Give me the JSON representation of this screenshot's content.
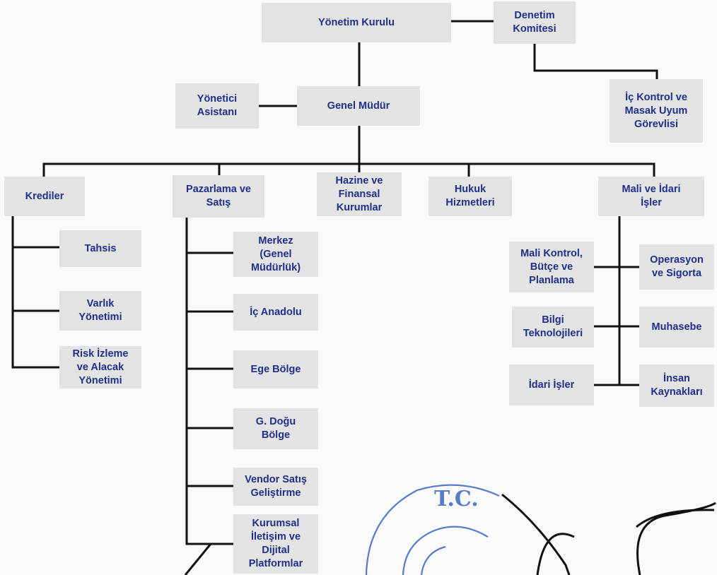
{
  "nodes": {
    "board": "Yönetim Kurulu",
    "audit_committee": "Denetim\nKomitesi",
    "internal_control": "İç Kontrol ve\nMasak Uyum\nGörevlisi",
    "exec_assistant": "Yönetici\nAsistanı",
    "general_manager": "Genel Müdür",
    "credits": "Krediler",
    "marketing_sales": "Pazarlama ve\nSatış",
    "treasury": "Hazine ve\nFinansal\nKurumlar",
    "legal": "Hukuk\nHizmetleri",
    "finance_admin": "Mali ve İdari\nİşler",
    "allocation": "Tahsis",
    "asset_mgmt": "Varlık\nYönetimi",
    "risk_monitoring": "Risk İzleme\nve Alacak\nYönetimi",
    "head_office": "Merkez\n(Genel\nMüdürlük)",
    "central_anatolia": "İç Anadolu",
    "aegean": "Ege Bölge",
    "southeast": "G. Doğu\nBölge",
    "vendor_sales": "Vendor Satış\nGeliştirme",
    "corp_comm": "Kurumsal\nİletişim ve\nDijital\nPlatformlar",
    "financial_control": "Mali Kontrol,\nBütçe ve\nPlanlama",
    "it": "Bilgi\nTeknolojileri",
    "admin_affairs": "İdari İşler",
    "operations": "Operasyon\nve Sigorta",
    "accounting": "Muhasebe",
    "hr": "İnsan\nKaynakları"
  },
  "stamp": {
    "text": "T.C."
  },
  "colors": {
    "box": "#e3e3e3",
    "text": "#1f2f8a",
    "line": "#111111",
    "stamp": "#3d66c4"
  }
}
